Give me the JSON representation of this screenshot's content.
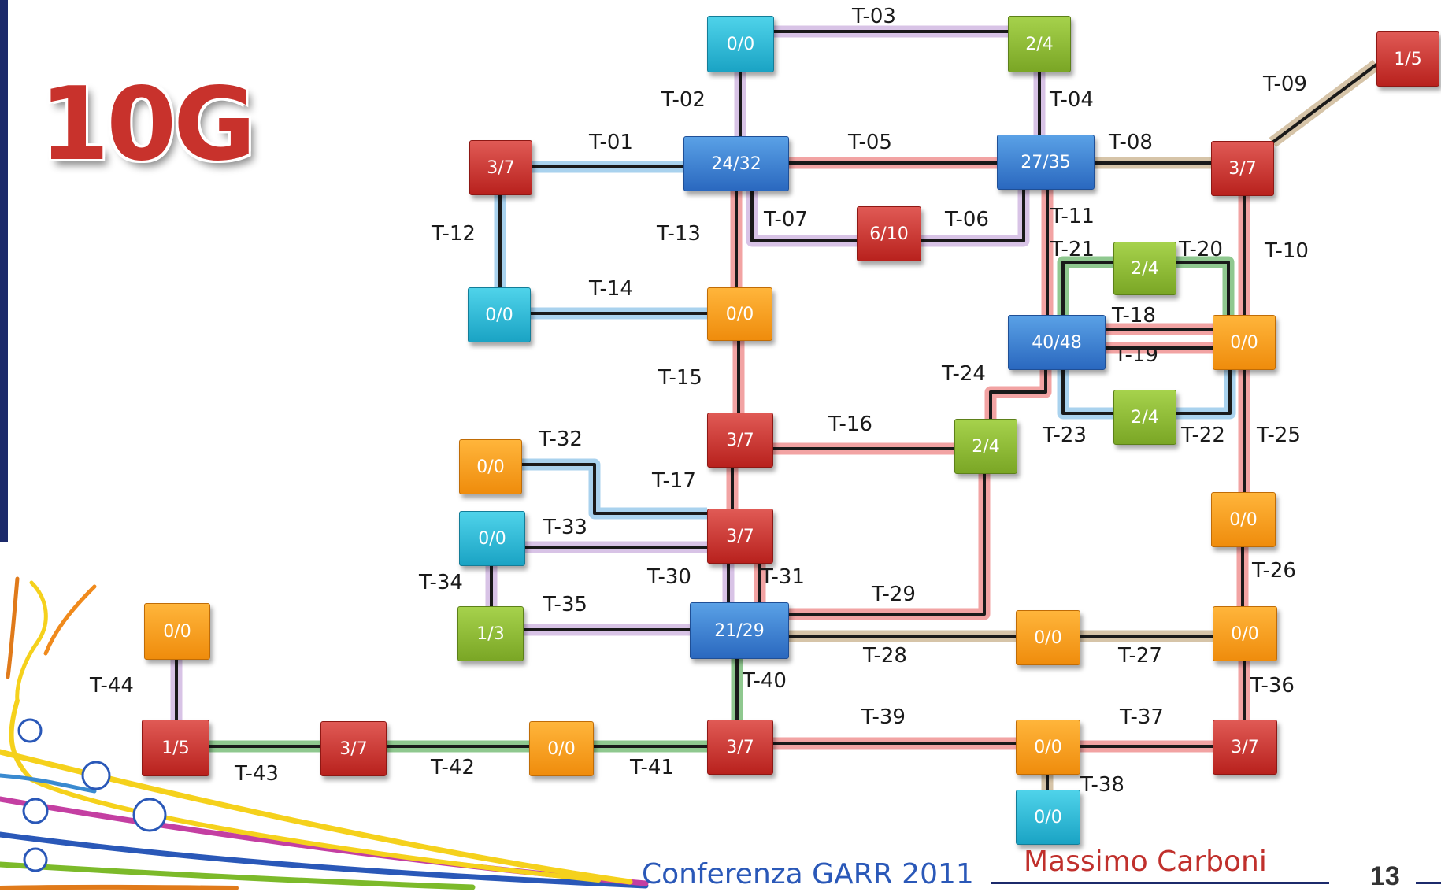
{
  "slide": {
    "title": "10G",
    "footer_conference": "Conferenza GARR 2011",
    "footer_author": "Massimo Carboni",
    "page_number": "13"
  },
  "colors": {
    "red": "#c8322c",
    "blue": "#3b7fd3",
    "cyan": "#2bbad8",
    "orange": "#f49a1c",
    "green": "#8cbc34",
    "link_blue": "#a9d2ee",
    "link_purple": "#d8c3e6",
    "link_pink": "#f2a3a3",
    "link_green": "#8fc88f",
    "link_tan": "#d6c4a8"
  },
  "nodes": [
    {
      "id": "n1",
      "label": "0/0",
      "color": "cyan"
    },
    {
      "id": "n2",
      "label": "2/4",
      "color": "green"
    },
    {
      "id": "n3",
      "label": "1/5",
      "color": "red"
    },
    {
      "id": "n4",
      "label": "3/7",
      "color": "red"
    },
    {
      "id": "n5",
      "label": "24/32",
      "color": "blue"
    },
    {
      "id": "n6",
      "label": "27/35",
      "color": "blue"
    },
    {
      "id": "n7",
      "label": "3/7",
      "color": "red"
    },
    {
      "id": "n8",
      "label": "6/10",
      "color": "red"
    },
    {
      "id": "n9",
      "label": "2/4",
      "color": "green"
    },
    {
      "id": "n10",
      "label": "0/0",
      "color": "cyan"
    },
    {
      "id": "n11",
      "label": "0/0",
      "color": "orange"
    },
    {
      "id": "n12",
      "label": "40/48",
      "color": "blue"
    },
    {
      "id": "n13",
      "label": "0/0",
      "color": "orange"
    },
    {
      "id": "n14",
      "label": "2/4",
      "color": "green"
    },
    {
      "id": "n15",
      "label": "3/7",
      "color": "red"
    },
    {
      "id": "n16",
      "label": "2/4",
      "color": "green"
    },
    {
      "id": "n17",
      "label": "0/0",
      "color": "orange"
    },
    {
      "id": "n18",
      "label": "3/7",
      "color": "red"
    },
    {
      "id": "n19",
      "label": "0/0",
      "color": "cyan"
    },
    {
      "id": "n20",
      "label": "0/0",
      "color": "orange"
    },
    {
      "id": "n21",
      "label": "1/3",
      "color": "green"
    },
    {
      "id": "n22",
      "label": "21/29",
      "color": "blue"
    },
    {
      "id": "n23",
      "label": "0/0",
      "color": "orange"
    },
    {
      "id": "n24",
      "label": "0/0",
      "color": "orange"
    },
    {
      "id": "n25",
      "label": "0/0",
      "color": "orange"
    },
    {
      "id": "n26",
      "label": "1/5",
      "color": "red"
    },
    {
      "id": "n27",
      "label": "3/7",
      "color": "red"
    },
    {
      "id": "n28",
      "label": "0/0",
      "color": "orange"
    },
    {
      "id": "n29",
      "label": "3/7",
      "color": "red"
    },
    {
      "id": "n30",
      "label": "0/0",
      "color": "orange"
    },
    {
      "id": "n31",
      "label": "3/7",
      "color": "red"
    },
    {
      "id": "n32",
      "label": "0/0",
      "color": "cyan"
    }
  ],
  "links": [
    {
      "label": "T-01",
      "color": "link_blue"
    },
    {
      "label": "T-02",
      "color": "link_purple"
    },
    {
      "label": "T-03",
      "color": "link_purple"
    },
    {
      "label": "T-04",
      "color": "link_purple"
    },
    {
      "label": "T-05",
      "color": "link_pink"
    },
    {
      "label": "T-06",
      "color": "link_purple"
    },
    {
      "label": "T-07",
      "color": "link_purple"
    },
    {
      "label": "T-08",
      "color": "link_tan"
    },
    {
      "label": "T-09",
      "color": "link_tan"
    },
    {
      "label": "T-10",
      "color": "link_pink"
    },
    {
      "label": "T-11",
      "color": "link_pink"
    },
    {
      "label": "T-12",
      "color": "link_blue"
    },
    {
      "label": "T-13",
      "color": "link_pink"
    },
    {
      "label": "T-14",
      "color": "link_blue"
    },
    {
      "label": "T-15",
      "color": "link_pink"
    },
    {
      "label": "T-16",
      "color": "link_pink"
    },
    {
      "label": "T-17",
      "color": "link_pink"
    },
    {
      "label": "T-18",
      "color": "link_pink"
    },
    {
      "label": "T-19",
      "color": "link_pink"
    },
    {
      "label": "T-20",
      "color": "link_green"
    },
    {
      "label": "T-21",
      "color": "link_green"
    },
    {
      "label": "T-22",
      "color": "link_blue"
    },
    {
      "label": "T-23",
      "color": "link_blue"
    },
    {
      "label": "T-24",
      "color": "link_pink"
    },
    {
      "label": "T-25",
      "color": "link_pink"
    },
    {
      "label": "T-26",
      "color": "link_pink"
    },
    {
      "label": "T-27",
      "color": "link_tan"
    },
    {
      "label": "T-28",
      "color": "link_tan"
    },
    {
      "label": "T-29",
      "color": "link_pink"
    },
    {
      "label": "T-30",
      "color": "link_purple"
    },
    {
      "label": "T-31",
      "color": "link_pink"
    },
    {
      "label": "T-32",
      "color": "link_blue"
    },
    {
      "label": "T-33",
      "color": "link_purple"
    },
    {
      "label": "T-34",
      "color": "link_purple"
    },
    {
      "label": "T-35",
      "color": "link_purple"
    },
    {
      "label": "T-36",
      "color": "link_pink"
    },
    {
      "label": "T-37",
      "color": "link_pink"
    },
    {
      "label": "T-38",
      "color": "link_tan"
    },
    {
      "label": "T-39",
      "color": "link_pink"
    },
    {
      "label": "T-40",
      "color": "link_green"
    },
    {
      "label": "T-41",
      "color": "link_green"
    },
    {
      "label": "T-42",
      "color": "link_green"
    },
    {
      "label": "T-43",
      "color": "link_green"
    },
    {
      "label": "T-44",
      "color": "link_purple"
    }
  ]
}
